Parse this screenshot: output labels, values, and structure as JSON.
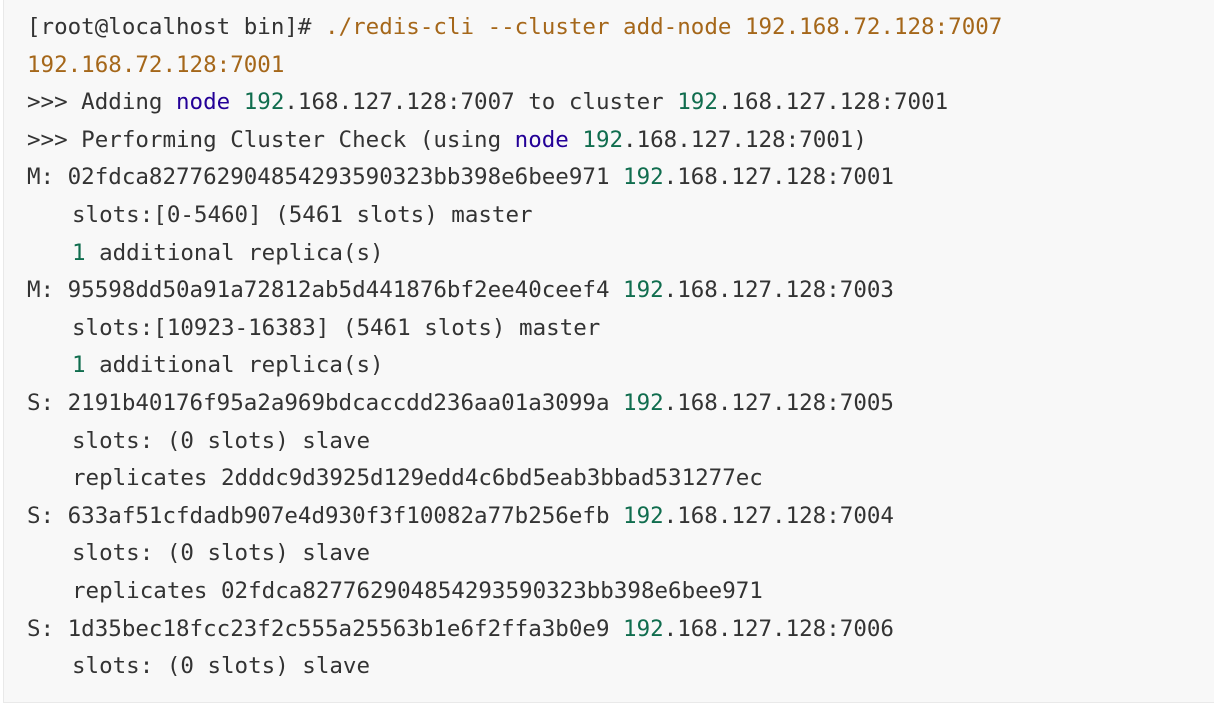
{
  "colors": {
    "background": "#f8f8f8",
    "text": "#333333",
    "command": "#a5671a",
    "keyword": "#230097",
    "number": "#106d4e"
  },
  "terminal": {
    "prompt": "[root@localhost bin]#",
    "command_line1": " ./redis-cli --cluster add-node 192.168.72.128:7007",
    "command_line2": "192.168.72.128:7001",
    "adding": {
      "prefix": ">>> Adding ",
      "node_word": "node",
      "sp1": " ",
      "ip_head": "192",
      "ip_tail": ".168.127.128:7007",
      "mid": " to cluster ",
      "ip2_head": "192",
      "ip2_tail": ".168.127.128:7001"
    },
    "check": {
      "prefix": ">>> Performing Cluster Check (using ",
      "node_word": "node",
      "sp1": " ",
      "ip_head": "192",
      "ip_tail": ".168.127.128:7001)"
    },
    "nodes": [
      {
        "head": "M: 02fdca82776290485429359032 3bb398e6bee971 ",
        "ip_head": "192",
        "ip_tail": ".168.127.128:7001",
        "slots": "slots:[0-5460] (5461 slots) master",
        "extra_num": "1",
        "extra_text": " additional replica(s)"
      },
      {
        "head": "M: 95598dd50a91a72812ab5d441876bf2ee40ceef4 ",
        "ip_head": "192",
        "ip_tail": ".168.127.128:7003",
        "slots": "slots:[10923-16383] (5461 slots) master",
        "extra_num": "1",
        "extra_text": " additional replica(s)"
      },
      {
        "head": "S: 2191b40176f95a2a969bdcaccdd236aa01a3099a ",
        "ip_head": "192",
        "ip_tail": ".168.127.128:7005",
        "slots": "slots: (0 slots) slave",
        "extra_text": "replicates 2dddc9d3925d129edd4c6bd5eab3bbad531277ec"
      },
      {
        "head": "S: 633af51cfdadb907e4d930f3f10082a77b256efb ",
        "ip_head": "192",
        "ip_tail": ".168.127.128:7004",
        "slots": "slots: (0 slots) slave",
        "extra_text": "replicates 02fdca827762904854293590323bb398e6bee971"
      },
      {
        "head": "S: 1d35bec18fcc23f2c555a25563b1e6f2ffa3b0e9 ",
        "ip_head": "192",
        "ip_tail": ".168.127.128:7006",
        "slots": "slots: (0 slots) slave"
      }
    ]
  }
}
